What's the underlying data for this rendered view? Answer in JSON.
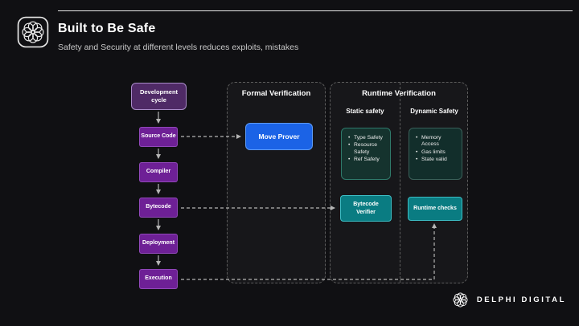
{
  "header": {
    "title": "Built to Be Safe",
    "subtitle": "Safety and Security at different levels reduces exploits, mistakes"
  },
  "pipeline": {
    "label": "Development cycle",
    "steps": [
      "Source Code",
      "Compiler",
      "Bytecode",
      "Deployment",
      "Execution"
    ]
  },
  "formal": {
    "title": "Formal Verification",
    "button": "Move Prover"
  },
  "runtime": {
    "title": "Runtime Verification",
    "static_label": "Static safety",
    "dynamic_label": "Dynamic Safety",
    "static_items": [
      "Type Safety",
      "Resource Safety",
      "Ref Safety"
    ],
    "dynamic_items": [
      "Memory Access",
      "Gas limits",
      "State valid"
    ],
    "static_box": "Bytecode Verifier",
    "dynamic_box": "Runtime checks"
  },
  "footer": {
    "brand": "DELPHI DIGITAL"
  },
  "colors": {
    "background": "#101013",
    "pipeline_purple": "#6e2096",
    "dev_cycle_purple": "#4f2a66",
    "move_prover_blue": "#1b63e6",
    "verifier_teal": "#0a7c82",
    "static_box_green": "#15332e",
    "panel_border_gray": "#5c5c5c"
  }
}
